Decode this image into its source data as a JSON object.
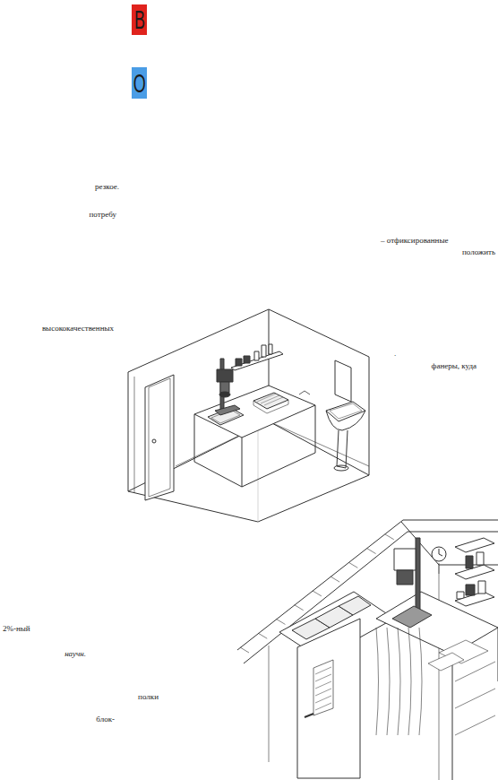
{
  "diagram": {
    "nodes": [
      {
        "text": [
          "В"
        ]
      },
      {
        "text": [
          "О"
        ]
      }
    ],
    "labels": [
      "резкое.",
      "потребу",
      "– отфиксированные",
      "положить",
      "высококачественных",
      ".",
      "фанеры, куда",
      "2%-ный",
      "научн.",
      "полки",
      "блок-"
    ]
  }
}
